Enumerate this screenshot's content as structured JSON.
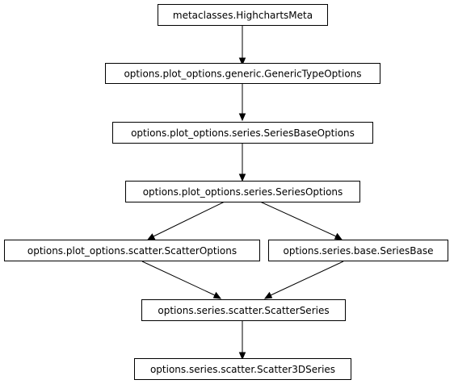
{
  "nodes": [
    {
      "id": "highcharts-meta",
      "label": "metaclasses.HighchartsMeta"
    },
    {
      "id": "generic-type-options",
      "label": "options.plot_options.generic.GenericTypeOptions"
    },
    {
      "id": "series-base-options",
      "label": "options.plot_options.series.SeriesBaseOptions"
    },
    {
      "id": "series-options",
      "label": "options.plot_options.series.SeriesOptions"
    },
    {
      "id": "scatter-options",
      "label": "options.plot_options.scatter.ScatterOptions"
    },
    {
      "id": "series-base",
      "label": "options.series.base.SeriesBase"
    },
    {
      "id": "scatter-series",
      "label": "options.series.scatter.ScatterSeries"
    },
    {
      "id": "scatter3d-series",
      "label": "options.series.scatter.Scatter3DSeries"
    }
  ],
  "edges": [
    {
      "from": "highcharts-meta",
      "to": "generic-type-options"
    },
    {
      "from": "generic-type-options",
      "to": "series-base-options"
    },
    {
      "from": "series-base-options",
      "to": "series-options"
    },
    {
      "from": "series-options",
      "to": "scatter-options"
    },
    {
      "from": "series-options",
      "to": "series-base"
    },
    {
      "from": "scatter-options",
      "to": "scatter-series"
    },
    {
      "from": "series-base",
      "to": "scatter-series"
    },
    {
      "from": "scatter-series",
      "to": "scatter3d-series"
    }
  ]
}
